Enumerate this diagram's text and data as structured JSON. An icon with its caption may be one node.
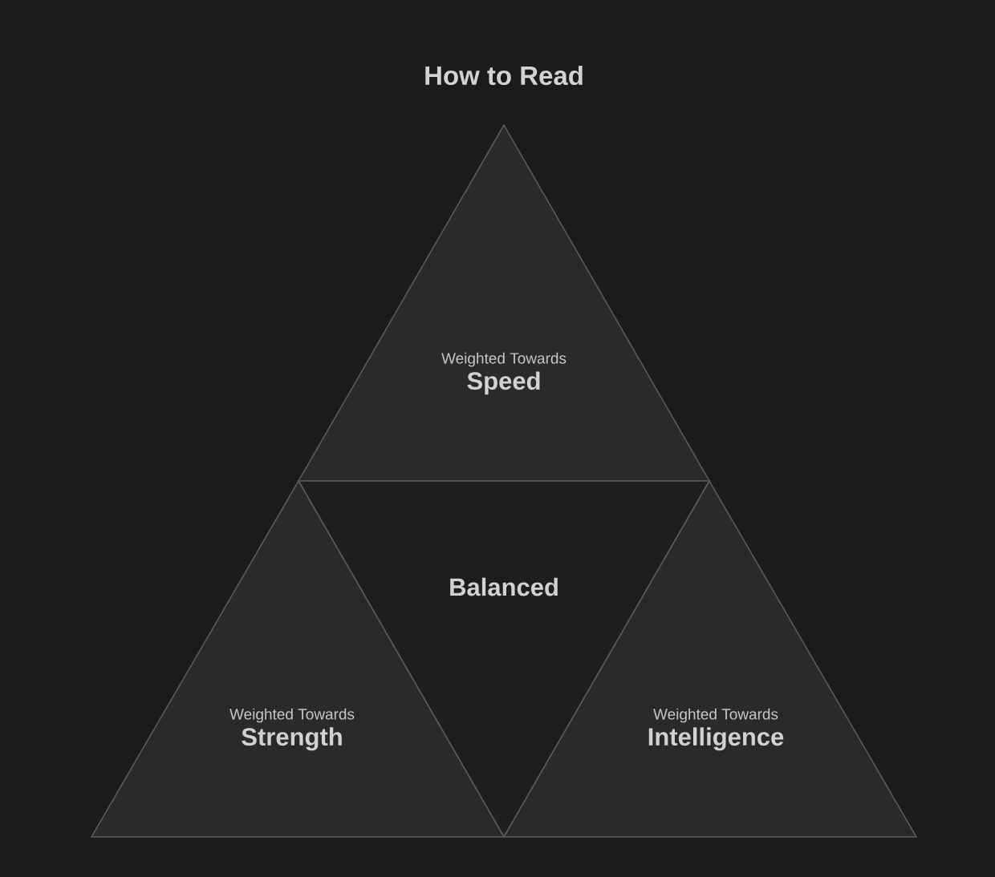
{
  "diagram": {
    "title": "How to Read",
    "nodes": [
      {
        "text": [
          "Weighted Towards",
          "Speed"
        ]
      },
      {
        "text": [
          "Balanced"
        ]
      },
      {
        "text": [
          "Weighted Towards",
          "Strength"
        ]
      },
      {
        "text": [
          "Weighted Towards",
          "Intelligence"
        ]
      }
    ]
  }
}
